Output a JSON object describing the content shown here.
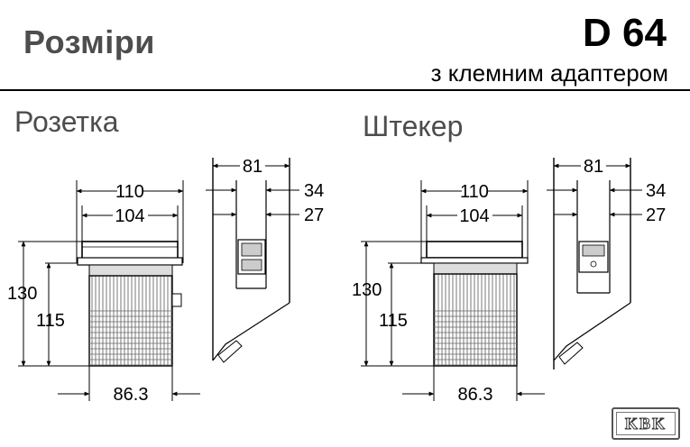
{
  "header": {
    "title": "Розміри",
    "model": "D 64",
    "subtitle": "з клемним адаптером"
  },
  "sections": {
    "socket": "Розетка",
    "plug": "Штекер"
  },
  "dimensions": {
    "left": {
      "w110": "110",
      "w104": "104",
      "h130": "130",
      "h115": "115",
      "w86": "86.3",
      "side81": "81",
      "side34": "34",
      "side27": "27"
    },
    "right": {
      "w110": "110",
      "w104": "104",
      "h130": "130",
      "h115": "115",
      "w86": "86.3",
      "side81": "81",
      "side34": "34",
      "side27": "27"
    }
  },
  "logo": "KBK"
}
